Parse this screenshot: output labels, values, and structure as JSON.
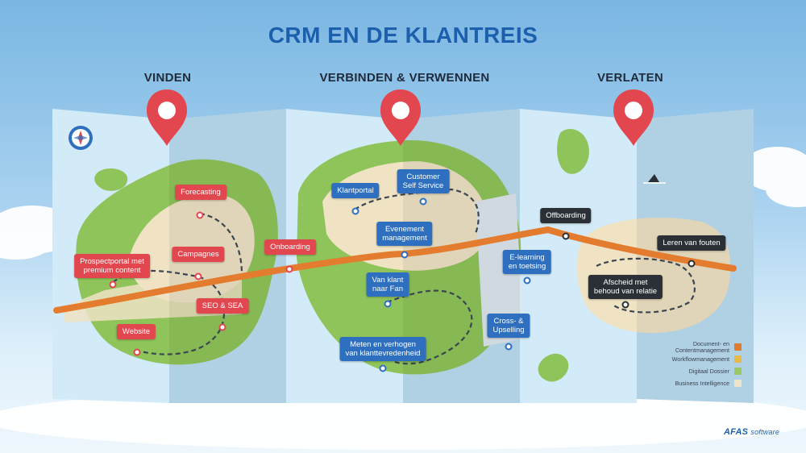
{
  "title": "CRM EN DE KLANTREIS",
  "sections": {
    "vinden": "VINDEN",
    "verbinden": "VERBINDEN & VERWENNEN",
    "verlaten": "VERLATEN"
  },
  "markers": {
    "red": {
      "forecasting": "Forecasting",
      "prospectportal_1": "Prospectportal met",
      "prospectportal_2": "premium content",
      "campagnes": "Campagnes",
      "onboarding": "Onboarding",
      "seo": "SEO & SEA",
      "website": "Website"
    },
    "blue": {
      "klantportal": "Klantportal",
      "selfservice_1": "Customer",
      "selfservice_2": "Self Service",
      "evenement_1": "Evenement",
      "evenement_2": "management",
      "fan_1": "Van klant",
      "fan_2": "naar Fan",
      "elearning_1": "E-learning",
      "elearning_2": "en toetsing",
      "cross_1": "Cross- &",
      "cross_2": "Upselling",
      "meten_1": "Meten en verhogen",
      "meten_2": "van klanttevredenheid"
    },
    "dark": {
      "offboarding": "Offboarding",
      "leren": "Leren van fouten",
      "afscheid_1": "Afscheid met",
      "afscheid_2": "behoud van relatie"
    }
  },
  "legend": [
    {
      "line1": "Document- en",
      "line2": "Contentmanagement",
      "color": "#e07a2e"
    },
    {
      "line1": "Workflowmanagement",
      "line2": "",
      "color": "#e8b84a"
    },
    {
      "line1": "Digitaal Dossier",
      "line2": "",
      "color": "#9bc865"
    },
    {
      "line1": "Business Intelligence",
      "line2": "",
      "color": "#efe3c8"
    }
  ],
  "brand": {
    "name": "AFAS",
    "suffix": "software"
  },
  "icons": [
    "compass-icon",
    "shark-fin-icon",
    "location-pin-icon"
  ]
}
